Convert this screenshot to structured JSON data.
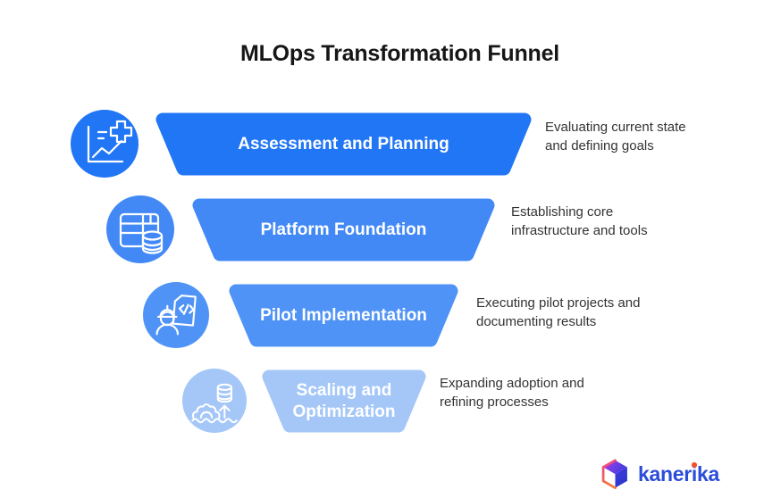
{
  "title": "MLOps Transformation Funnel",
  "colors": {
    "title_text": "#161616",
    "label_text": "#ffffff",
    "description_text": "#333333",
    "brand_text": "#2b4cd8",
    "brand_dot": "#f4502e"
  },
  "funnel": {
    "stages": [
      {
        "label": "Assessment and Planning",
        "lines": [
          "Evaluating current state",
          "and defining goals"
        ],
        "color": "#2176f5",
        "icon": "analytics-chart-icon"
      },
      {
        "label": "Platform Foundation",
        "lines": [
          "Establishing core",
          "infrastructure and tools"
        ],
        "color": "#4389f6",
        "icon": "data-table-database-icon"
      },
      {
        "label": "Pilot Implementation",
        "lines": [
          "Executing pilot projects and",
          "documenting results"
        ],
        "color": "#5093f6",
        "icon": "engineer-code-document-icon"
      },
      {
        "label": "Scaling and Optimization",
        "lines": [
          "Expanding adoption and",
          "refining processes"
        ],
        "color": "#a4c7f8",
        "icon": "gear-growth-database-icon"
      }
    ]
  },
  "brand": {
    "name_part1": "kaner",
    "name_part2": "i",
    "name_part3": "ka"
  }
}
